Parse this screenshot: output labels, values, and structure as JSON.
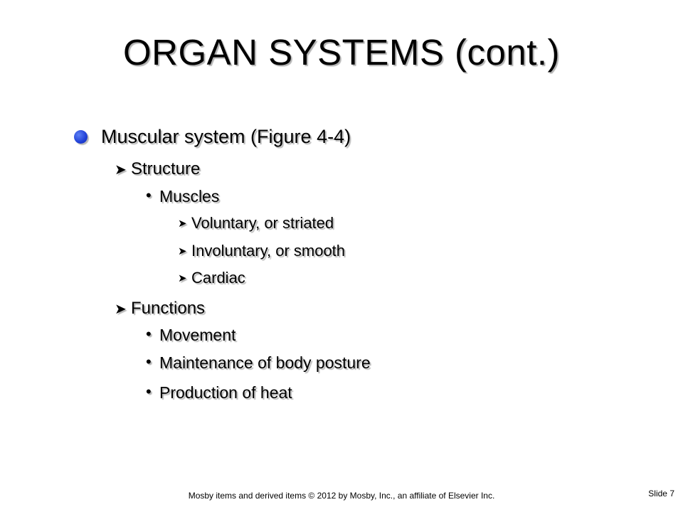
{
  "slide": {
    "title": "ORGAN SYSTEMS (cont.)",
    "items": [
      {
        "level": 1,
        "bullet": "blue-dot",
        "text": "Muscular system (Figure 4-4)"
      },
      {
        "level": 2,
        "bullet": "arrow",
        "text": "Structure"
      },
      {
        "level": 3,
        "bullet": "dot",
        "text": "Muscles"
      },
      {
        "level": 4,
        "bullet": "arrow",
        "text": "Voluntary, or striated"
      },
      {
        "level": 4,
        "bullet": "arrow",
        "text": "Involuntary, or smooth"
      },
      {
        "level": 4,
        "bullet": "arrow",
        "text": "Cardiac"
      },
      {
        "level": 2,
        "bullet": "arrow",
        "text": "Functions"
      },
      {
        "level": 3,
        "bullet": "dot",
        "text": "Movement"
      },
      {
        "level": 3,
        "bullet": "dot",
        "text": "Maintenance of body posture"
      },
      {
        "level": 3,
        "bullet": "dot",
        "text": "Production of heat"
      }
    ],
    "footer": "Mosby items and derived items © 2012 by Mosby, Inc., an affiliate of Elsevier Inc.",
    "slide_number": "Slide 7"
  },
  "icons": {
    "bullet_arrow": "arrowhead-icon",
    "bullet_dot": "dot-icon",
    "bullet_blue_dot": "blue-dot-icon"
  },
  "colors": {
    "bullet_blue": "#1f3fd6",
    "text": "#000000",
    "background": "#ffffff"
  }
}
